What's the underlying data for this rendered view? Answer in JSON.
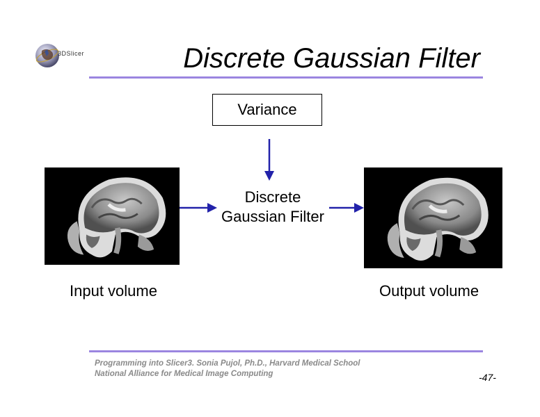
{
  "slide": {
    "logo_text": "3DSlicer",
    "title": "Discrete Gaussian Filter",
    "page_number": "-47-"
  },
  "diagram": {
    "parameter": "Variance",
    "filter_line1": "Discrete",
    "filter_line2": "Gaussian Filter",
    "input_caption": "Input volume",
    "output_caption": "Output volume"
  },
  "footer": {
    "line1": "Programming into Slicer3. Sonia Pujol, Ph.D., Harvard Medical School",
    "line2": "National Alliance for Medical Image Computing"
  },
  "colors": {
    "rule": "#9b85e0",
    "arrow": "#2222aa",
    "footer_text": "#8a8a8a"
  }
}
